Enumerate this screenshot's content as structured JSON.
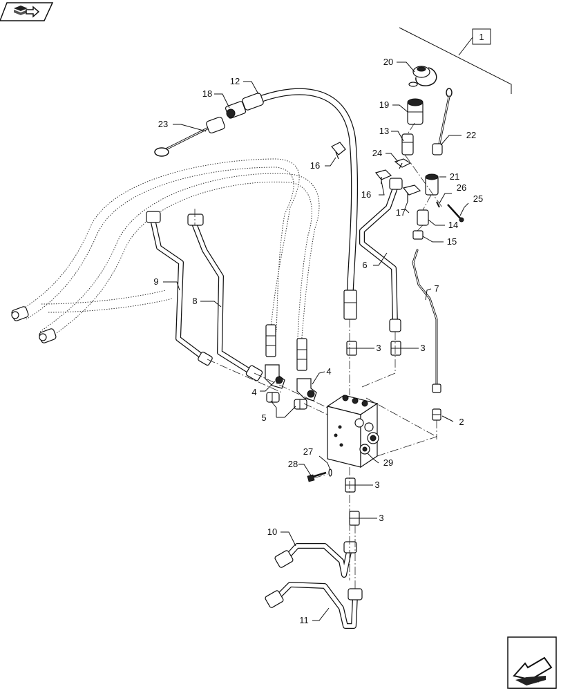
{
  "callouts": {
    "c1": "1",
    "c2": "2",
    "c3a": "3",
    "c3b": "3",
    "c3c": "3",
    "c3d": "3",
    "c4a": "4",
    "c4b": "4",
    "c5": "5",
    "c6": "6",
    "c7": "7",
    "c8": "8",
    "c9": "9",
    "c10": "10",
    "c11": "11",
    "c12": "12",
    "c13": "13",
    "c14": "14",
    "c15": "15",
    "c16a": "16",
    "c16b": "16",
    "c17": "17",
    "c18": "18",
    "c19": "19",
    "c20": "20",
    "c21": "21",
    "c22": "22",
    "c23": "23",
    "c24": "24",
    "c25": "25",
    "c26": "26",
    "c27": "27",
    "c28": "28",
    "c29": "29"
  },
  "icons": {
    "top_left": "book-navigation-icon",
    "bottom_right": "next-page-arrow-icon"
  }
}
